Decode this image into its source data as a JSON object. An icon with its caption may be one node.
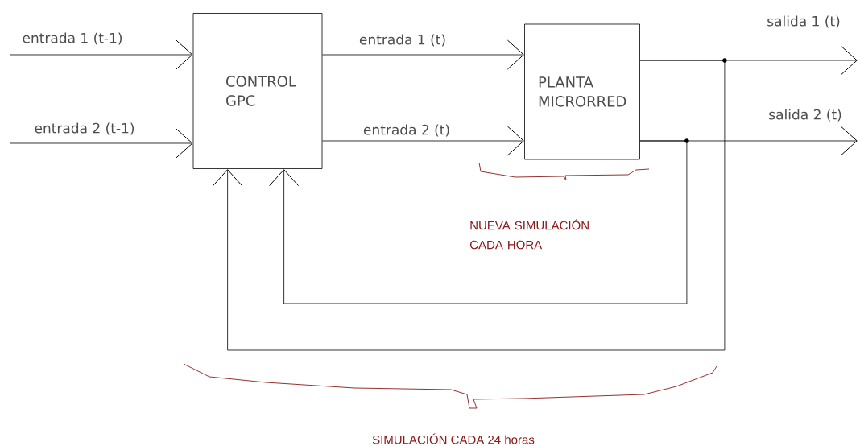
{
  "diagram": {
    "nodes": [
      {
        "text": [
          "CONTROL GPC"
        ]
      },
      {
        "text": [
          "PLANTA MICRORRED"
        ]
      }
    ],
    "edges": [
      {
        "from": null,
        "to": 0,
        "arrow": "to",
        "label": "entrada 1 (t-1)"
      },
      {
        "from": null,
        "to": 0,
        "arrow": "to",
        "label": "entrada 2 (t-1)"
      },
      {
        "from": 0,
        "to": 1,
        "arrow": "to",
        "label": "entrada 1 (t)"
      },
      {
        "from": 0,
        "to": 1,
        "arrow": "to",
        "label": "entrada 2 (t)"
      },
      {
        "from": 1,
        "to": null,
        "arrow": "to",
        "label": "salida 1 (t)"
      },
      {
        "from": 1,
        "to": null,
        "arrow": "to",
        "label": "salida 2 (t)"
      },
      {
        "from": 1,
        "to": 0,
        "arrow": "to"
      },
      {
        "from": 1,
        "to": 0,
        "arrow": "to"
      }
    ],
    "labels": [
      "NUEVA SIMULACIÓN CADA HORA",
      "SIMULACIÓN CADA 24 horas"
    ]
  }
}
